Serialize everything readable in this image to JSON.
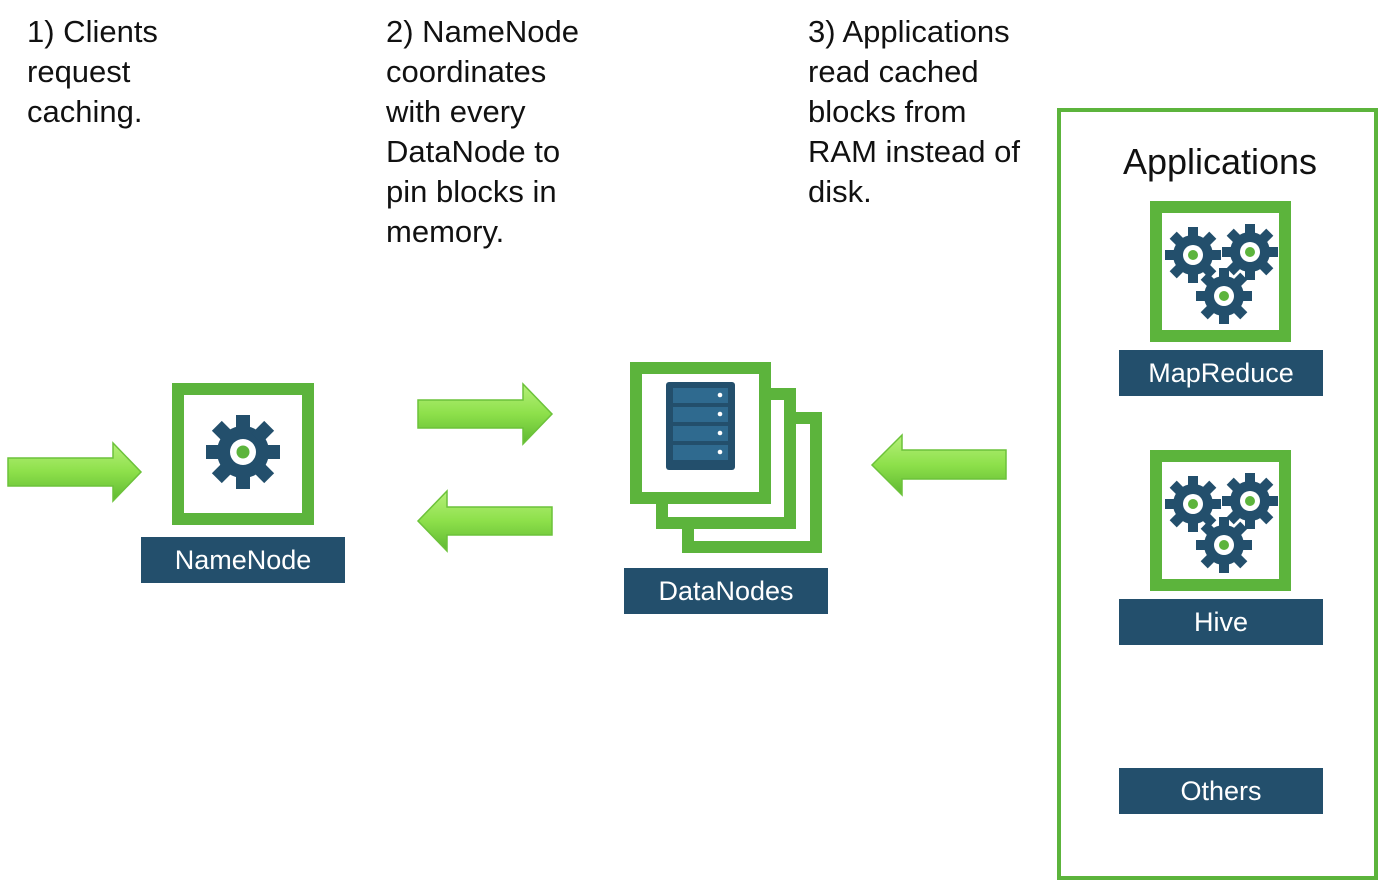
{
  "steps": [
    {
      "text": "1) Clients\nrequest\ncaching."
    },
    {
      "text": "2) NameNode\ncoordinates\nwith every\nDataNode to\npin blocks in\nmemory."
    },
    {
      "text": "3) Applications\nread cached\nblocks from\nRAM instead of\ndisk."
    }
  ],
  "nodes": {
    "namenode": {
      "label": "NameNode",
      "icon": "gear-icon"
    },
    "datanodes": {
      "label": "DataNodes",
      "icon": "server-icon"
    }
  },
  "applications": {
    "title": "Applications",
    "items": [
      {
        "label": "MapReduce",
        "icon": "gears-icon"
      },
      {
        "label": "Hive",
        "icon": "gears-icon"
      },
      {
        "label": "Others"
      }
    ]
  },
  "arrows": [
    {
      "name": "client-to-namenode",
      "direction": "right"
    },
    {
      "name": "namenode-to-datanodes",
      "direction": "right"
    },
    {
      "name": "datanodes-to-namenode",
      "direction": "left"
    },
    {
      "name": "applications-to-datanodes",
      "direction": "left"
    }
  ],
  "colors": {
    "accent_green": "#5cb43c",
    "arrow_green": "#8de04a",
    "label_navy": "#234f6c",
    "icon_navy": "#234f6c"
  }
}
